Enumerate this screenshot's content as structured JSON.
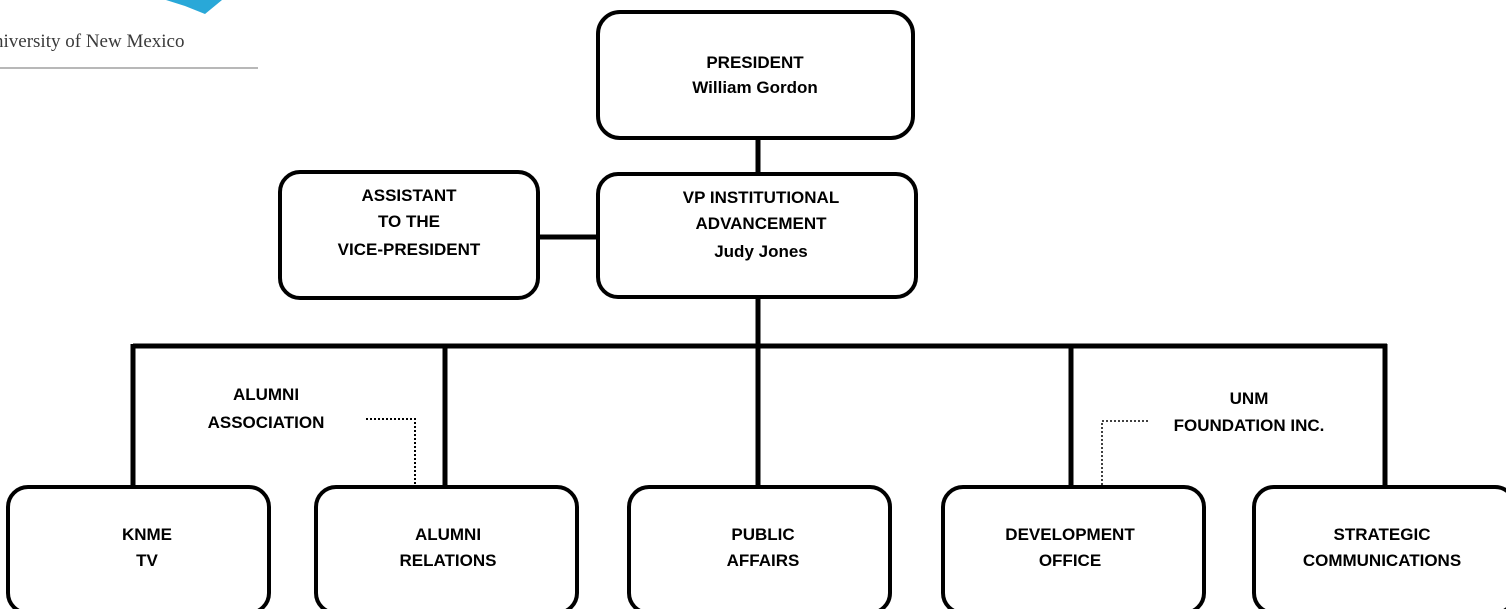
{
  "logo": {
    "text": "niversity of New Mexico",
    "accent_color": "#29a8d8"
  },
  "boxes": {
    "president": [
      "PRESIDENT",
      "William Gordon"
    ],
    "vp": [
      "VP INSTITUTIONAL",
      "ADVANCEMENT",
      "Judy Jones"
    ],
    "assistant": [
      "ASSISTANT",
      "TO THE",
      "VICE-PRESIDENT"
    ],
    "knme": [
      "KNME",
      "TV"
    ],
    "alumni_relations": [
      "ALUMNI",
      "RELATIONS"
    ],
    "public_affairs": [
      "PUBLIC",
      "AFFAIRS"
    ],
    "development": [
      "DEVELOPMENT",
      "OFFICE"
    ],
    "strategic": [
      "STRATEGIC",
      "COMMUNICATIONS"
    ]
  },
  "affiliates": {
    "alumni_association": [
      "ALUMNI",
      "ASSOCIATION"
    ],
    "unm_foundation": [
      "UNM",
      "FOUNDATION INC."
    ]
  }
}
